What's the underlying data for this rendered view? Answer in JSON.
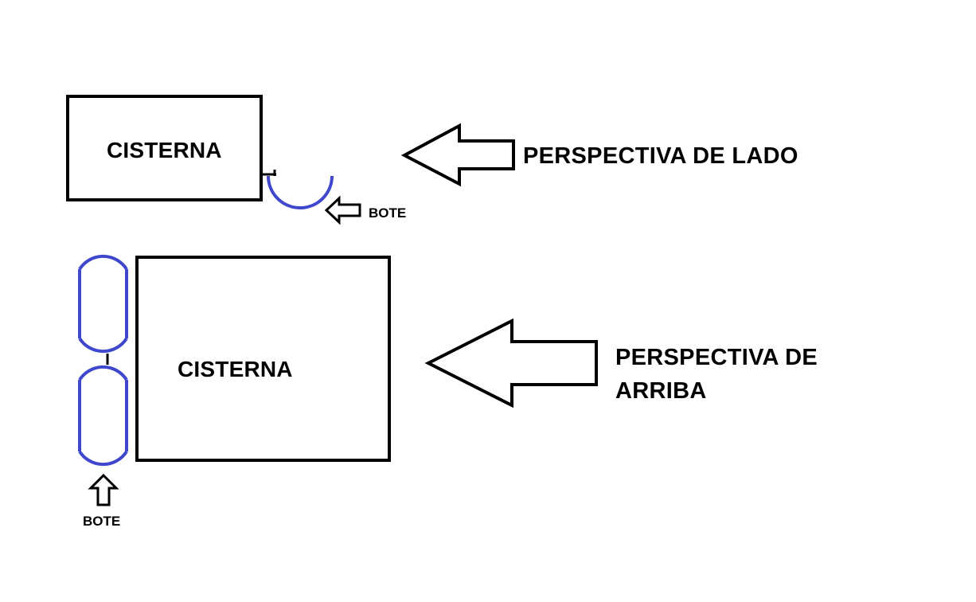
{
  "side_view": {
    "cistern_label": "CISTERNA",
    "boat_label": "BOTE",
    "perspective_label": "PERSPECTIVA DE LADO"
  },
  "top_view": {
    "cistern_label": "CISTERNA",
    "boat_label": "BOTE",
    "perspective_label": "PERSPECTIVA DE ARRIBA"
  },
  "colors": {
    "outline": "#000000",
    "boat": "#3f48cc",
    "background": "#ffffff"
  }
}
